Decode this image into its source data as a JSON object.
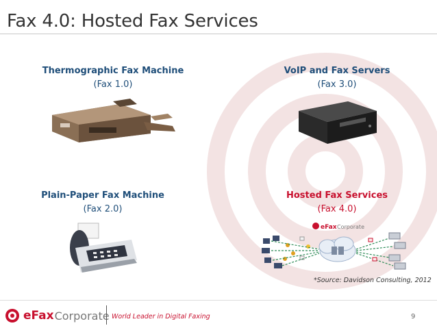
{
  "slide": {
    "title": "Fax 4.0: Hosted Fax Services",
    "items": [
      {
        "heading": "Thermographic Fax Machine",
        "sub": "(Fax 1.0)",
        "color": "#1f4e79"
      },
      {
        "heading": "VoIP and Fax Servers",
        "sub": "(Fax 3.0)",
        "color": "#1f4e79"
      },
      {
        "heading": "Plain-Paper Fax Machine",
        "sub": "(Fax 2.0)",
        "color": "#1f4e79"
      },
      {
        "heading": "Hosted Fax Services",
        "sub": "(Fax 4.0)",
        "color": "#c8102e"
      }
    ],
    "diagram_logo": {
      "efax": "eFax",
      "corporate": "Corporate"
    },
    "source_note": "*Source: Davidson Consulting, 2012"
  },
  "footer": {
    "logo_e": "e",
    "logo_fax": "Fax",
    "logo_corporate": "Corporate",
    "tagline": "World Leader in Digital Faxing",
    "page_number": "9"
  },
  "colors": {
    "brand_red": "#c8102e",
    "heading_blue": "#1f4e79",
    "title_gray": "#333333"
  }
}
